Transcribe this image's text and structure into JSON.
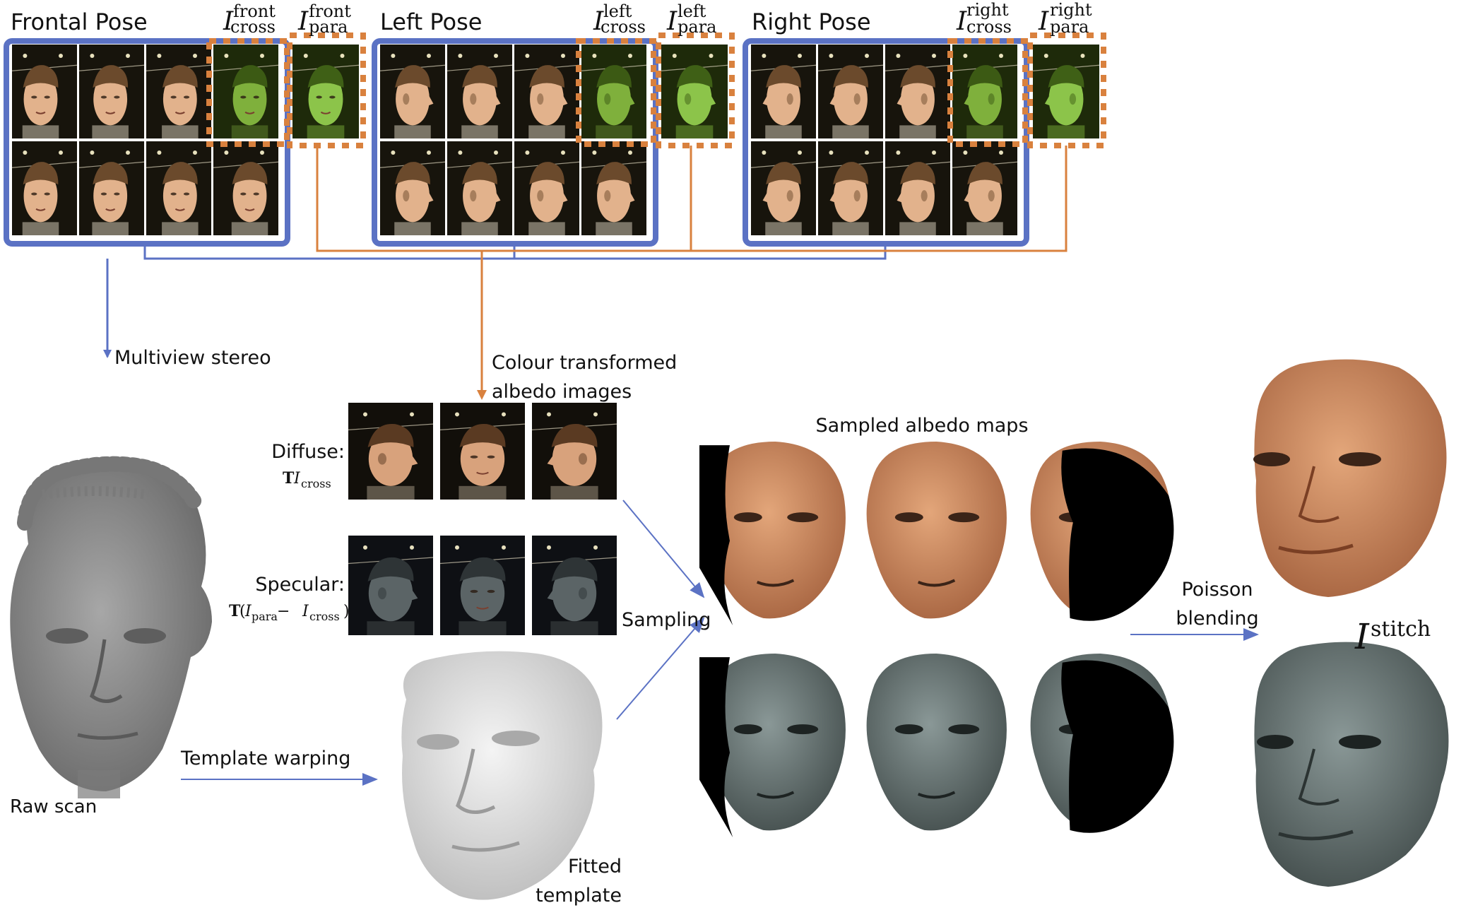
{
  "colors": {
    "blue": "#5b72c4",
    "orange": "#d9813e",
    "photo_bg": "#17140c",
    "photo_bg_green": "#1e2a0a",
    "skin": "#e2b28c",
    "skin_green": "#7fb03c",
    "hair": "#6b4a2c",
    "gray_mesh": "#8c8c8c",
    "template": "#d9d9d9",
    "specular": "#5d6a6a"
  },
  "poses": {
    "frontal": {
      "title": "Frontal Pose",
      "cross_sup": "front",
      "cross_sub": "cross",
      "para_sup": "front",
      "para_sub": "para"
    },
    "left": {
      "title": "Left Pose",
      "cross_sup": "left",
      "cross_sub": "cross",
      "para_sup": "left",
      "para_sub": "para"
    },
    "right": {
      "title": "Right Pose",
      "cross_sup": "right",
      "cross_sub": "cross",
      "para_sup": "right",
      "para_sub": "para"
    }
  },
  "symbol_I": "I",
  "labels": {
    "multiview_stereo": "Multiview stereo",
    "colour_transformed_1": "Colour transformed",
    "colour_transformed_2": "albedo images",
    "diffuse": "Diffuse:",
    "diffuse_formula_T": "T",
    "diffuse_formula_I": "I",
    "diffuse_formula_sub": "cross",
    "specular": "Specular:",
    "specular_formula_T": "T",
    "specular_formula_open": "(",
    "specular_formula_I1": "I",
    "specular_formula_sub1": "para",
    "specular_formula_minus": " − ",
    "specular_formula_I2": "I",
    "specular_formula_sub2": "cross",
    "specular_formula_close": ")",
    "sampled_albedo_maps": "Sampled albedo maps",
    "sampling": "Sampling",
    "poisson_1": "Poisson",
    "poisson_2": "blending",
    "stitch_I": "I",
    "stitch_sup": "stitch",
    "raw_scan": "Raw scan",
    "template_warping": "Template warping",
    "fitted_1": "Fitted",
    "fitted_2": "template"
  }
}
